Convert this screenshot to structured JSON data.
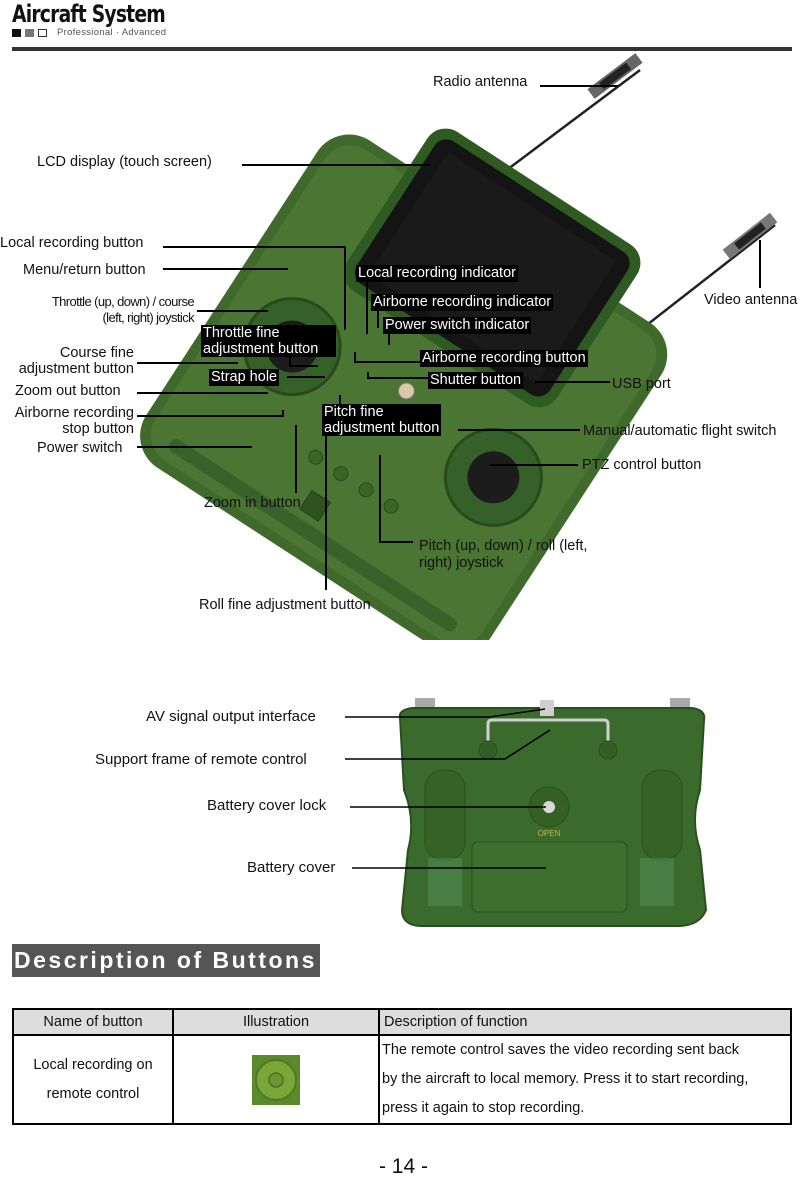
{
  "header": {
    "brand": "Aircraft System",
    "tagline": "Professional · Advanced",
    "squares": [
      "#111111",
      "#777777",
      "#ffffff"
    ]
  },
  "figure_front": {
    "labels": {
      "radio_antenna": "Radio antenna",
      "lcd_display": "LCD display (touch screen)",
      "local_recording_button": "Local recording button",
      "menu_return_button": "Menu/return button",
      "throttle_joystick_line1": "Throttle (up, down) / course",
      "throttle_joystick_line2": "(left, right) joystick",
      "throttle_fine_line1": "Throttle fine",
      "throttle_fine_line2": "adjustment button",
      "course_fine_line1": "Course fine",
      "course_fine_line2": "adjustment button",
      "strap_hole": "Strap hole",
      "zoom_out_button": "Zoom out button",
      "airborne_stop_line1": "Airborne recording",
      "airborne_stop_line2": "stop button",
      "power_switch": "Power switch",
      "local_recording_indicator": "Local recording indicator",
      "airborne_recording_indicator": "Airborne recording indicator",
      "power_switch_indicator": "Power switch indicator",
      "airborne_recording_button": "Airborne recording button",
      "shutter_button": "Shutter button",
      "video_antenna": "Video antenna",
      "usb_port": "USB port",
      "pitch_fine_line1": "Pitch fine",
      "pitch_fine_line2": "adjustment button",
      "manual_auto_switch": "Manual/automatic flight switch",
      "ptz_control_button": "PTZ control button",
      "zoom_in_button": "Zoom in button",
      "pitch_joystick_line1": "Pitch (up, down) / roll (left,",
      "pitch_joystick_line2": "right) joystick",
      "roll_fine_button": "Roll fine adjustment button"
    },
    "colors": {
      "body": "#3f6a2b",
      "body_dark": "#2a4a1c",
      "screen": "#141414"
    }
  },
  "figure_back": {
    "labels": {
      "av_output": "AV signal output interface",
      "support_frame": "Support frame of remote control",
      "battery_cover_lock": "Battery cover lock",
      "battery_cover": "Battery cover"
    },
    "colors": {
      "body": "#3a6b2c"
    }
  },
  "section": {
    "title": "Description of Buttons"
  },
  "table": {
    "headers": [
      "Name of button",
      "Illustration",
      "Description of function"
    ],
    "rows": [
      {
        "name_line1": "Local recording on",
        "name_line2": "remote control",
        "illustration": "green-round-button",
        "description_line1": "The remote control saves the video recording sent back",
        "description_line2": "by the aircraft to local memory. Press it to start recording,",
        "description_line3": "press it again to stop recording."
      }
    ]
  },
  "footer": {
    "page_number": "- 14 -"
  }
}
